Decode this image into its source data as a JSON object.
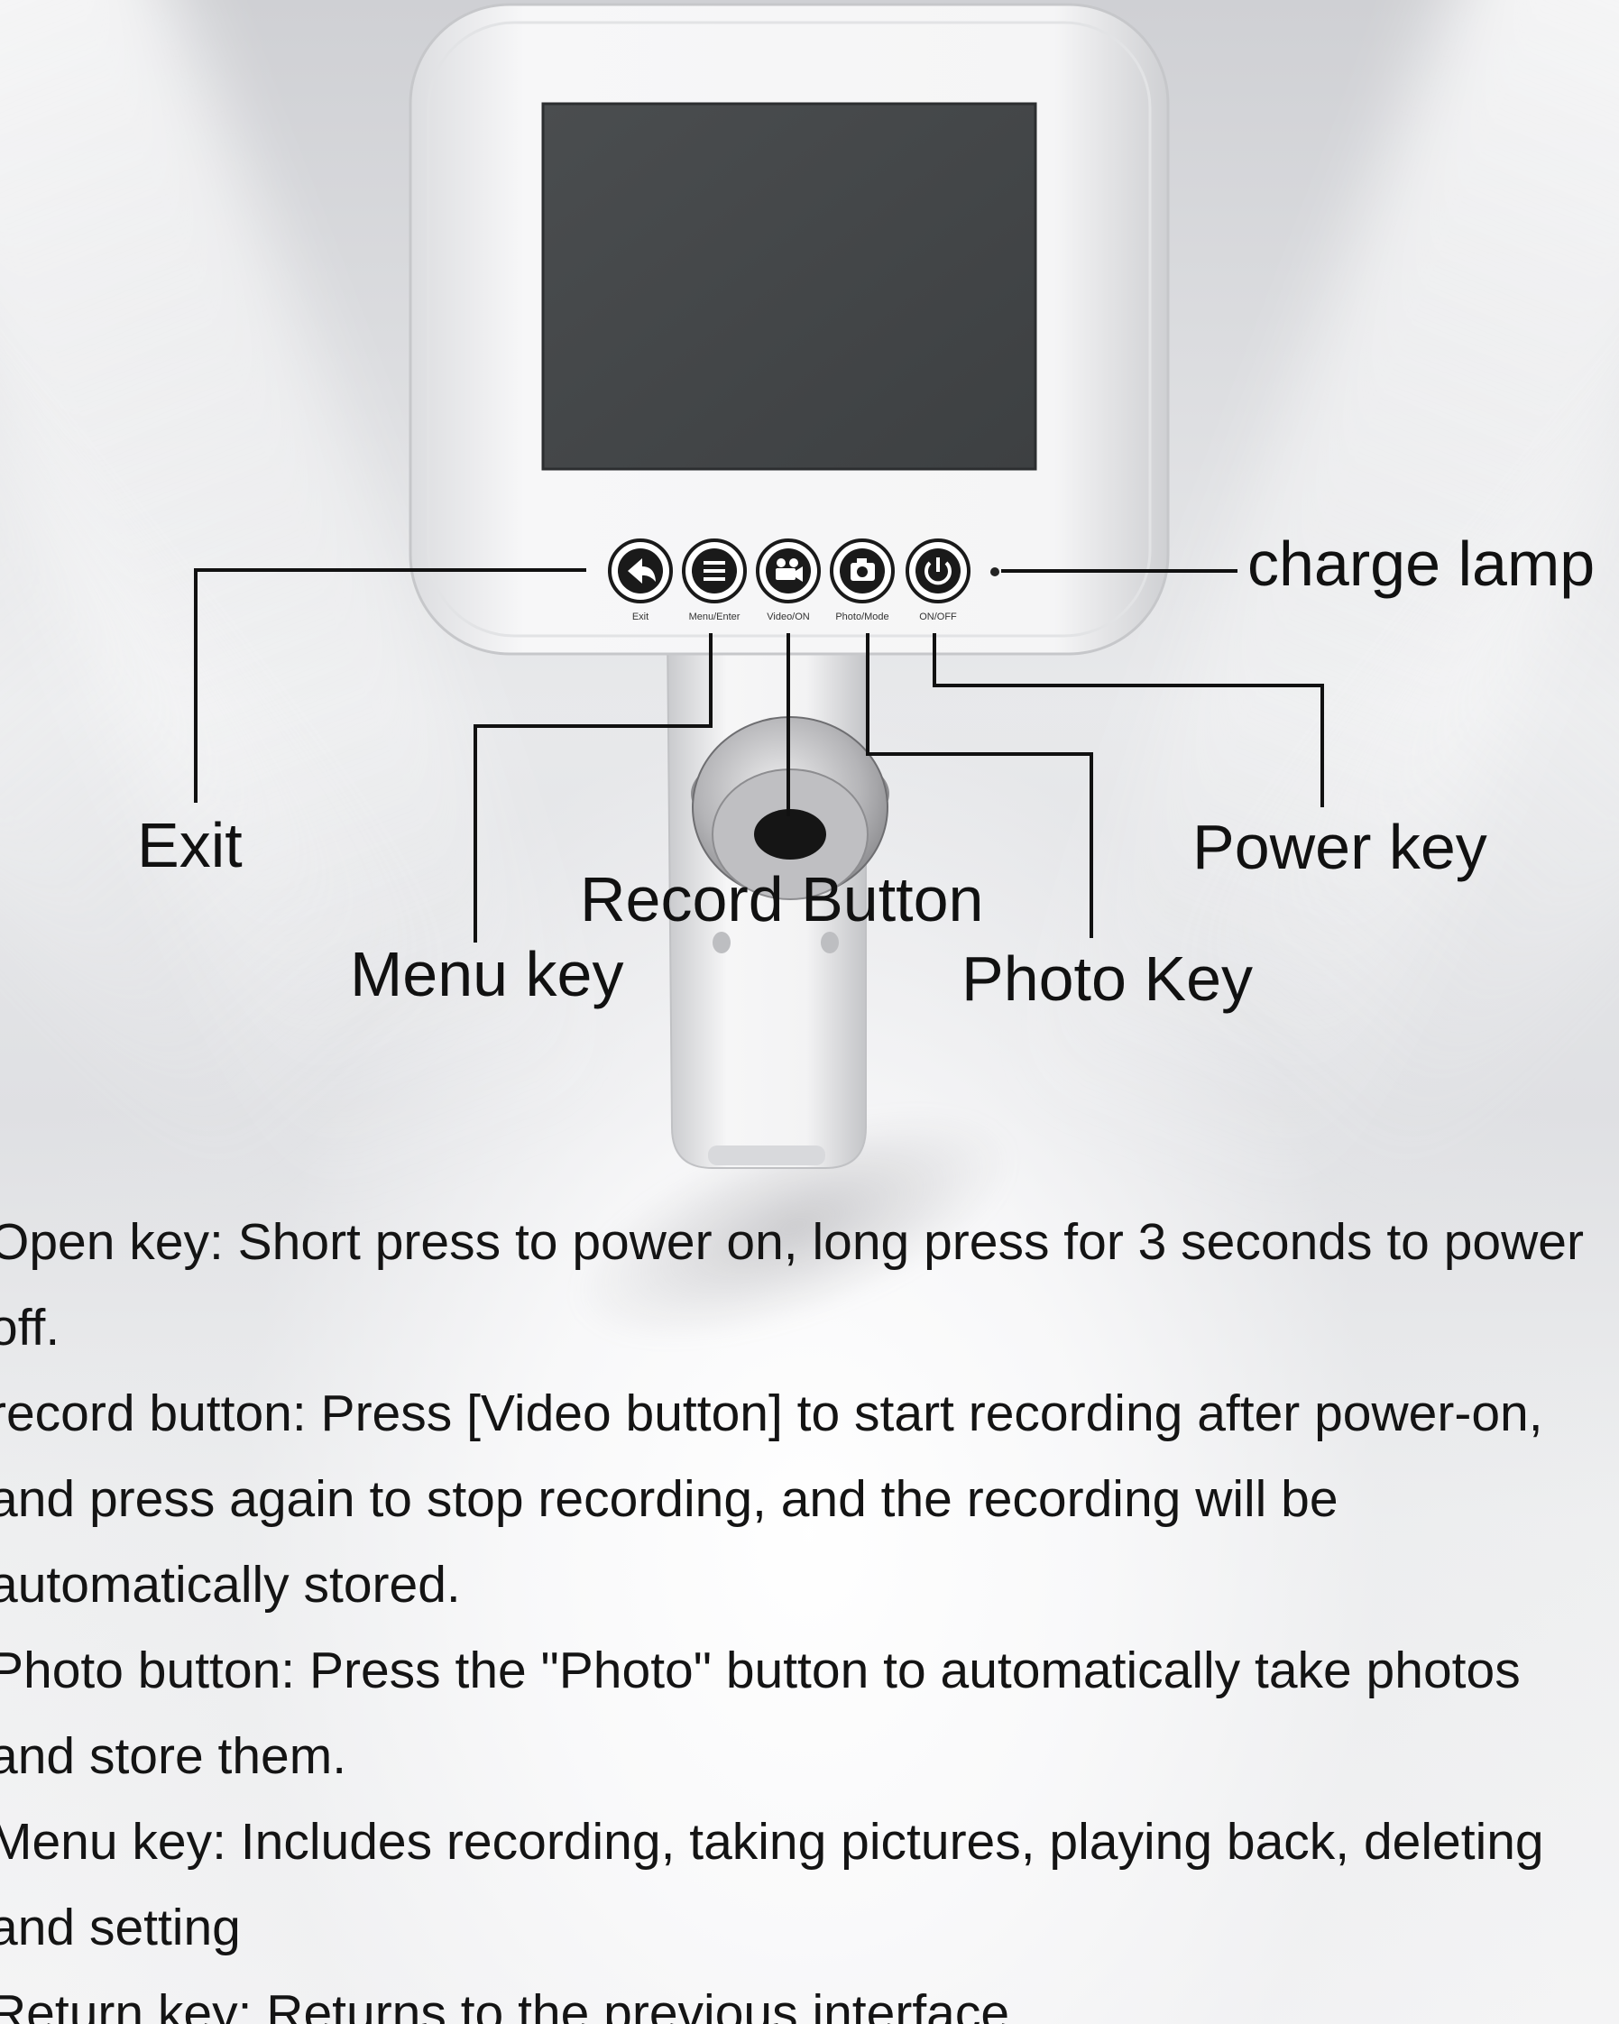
{
  "button_caption_texts": [
    "Exit",
    "Menu/Enter",
    "Video/ON",
    "Photo/Mode",
    "ON/OFF"
  ],
  "callouts": {
    "charge_lamp": "charge lamp",
    "exit": "Exit",
    "power_key": "Power key",
    "record_button": "Record Button",
    "menu_key": "Menu key",
    "photo_key": "Photo Key"
  },
  "icons": [
    "back-arrow-icon",
    "menu-lines-icon",
    "video-camera-icon",
    "camera-icon",
    "power-icon"
  ],
  "description_lines": [
    "Open key: Short press to power on, long press for 3 seconds to power",
    "off.",
    "record button: Press [Video button] to start recording after power-on,",
    "and press again to stop recording, and the recording will be",
    "automatically stored.",
    "Photo button: Press the \"Photo\" button to automatically take photos",
    "and store them.",
    "Menu key: Includes recording, taking pictures, playing back, deleting",
    "and setting",
    "Return key: Returns to the previous interface."
  ],
  "colors": {
    "device_body": "#f4f4f5",
    "screen": "#45484a",
    "text": "#111111",
    "metal_ring": "#a8a8ab"
  }
}
